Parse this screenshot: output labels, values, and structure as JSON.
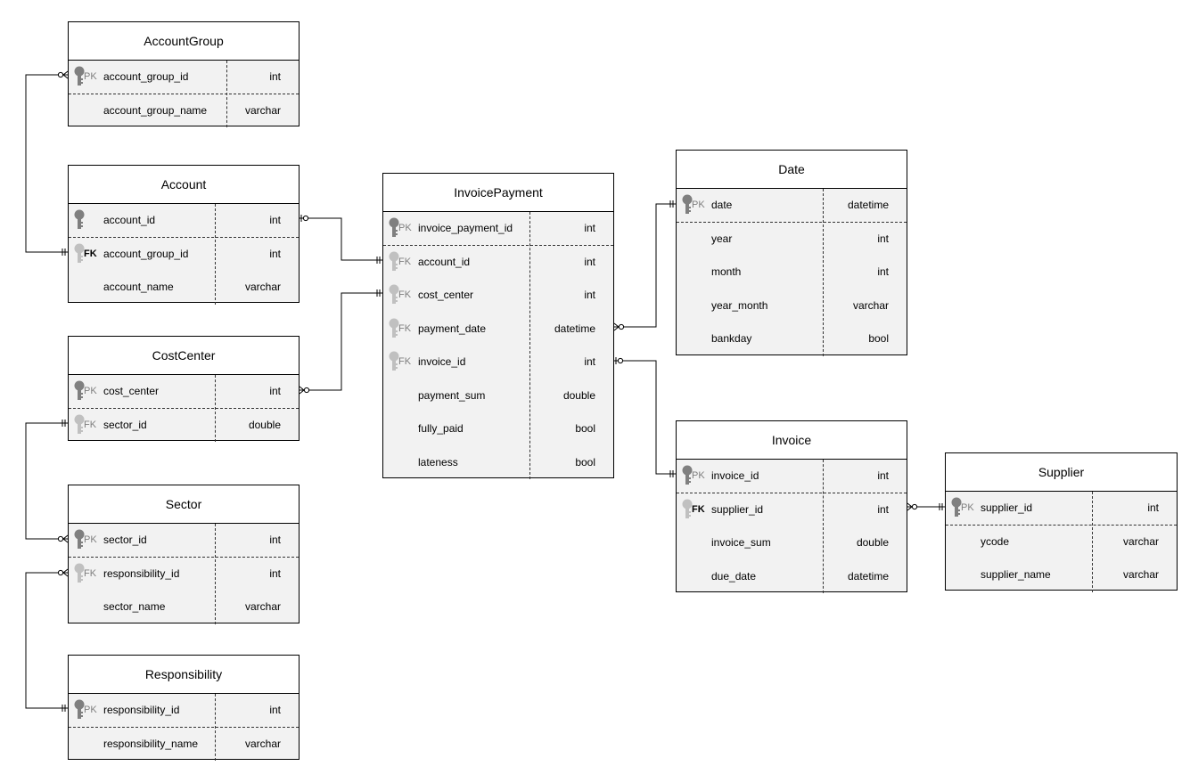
{
  "entities": [
    {
      "id": "AccountGroup",
      "title": "AccountGroup",
      "rows": [
        {
          "key": "PK",
          "name": "account_group_id",
          "type": "int"
        },
        {
          "key": "",
          "name": "account_group_name",
          "type": "varchar"
        }
      ]
    },
    {
      "id": "Account",
      "title": "Account",
      "rows": [
        {
          "key": "PK",
          "name": "account_id",
          "type": "int"
        },
        {
          "key": "FK",
          "name": "account_group_id",
          "type": "int"
        },
        {
          "key": "",
          "name": "account_name",
          "type": "varchar"
        }
      ]
    },
    {
      "id": "CostCenter",
      "title": "CostCenter",
      "rows": [
        {
          "key": "PK",
          "name": "cost_center",
          "type": "int"
        },
        {
          "key": "FK",
          "name": "sector_id",
          "type": "double"
        }
      ]
    },
    {
      "id": "Sector",
      "title": "Sector",
      "rows": [
        {
          "key": "PK",
          "name": "sector_id",
          "type": "int"
        },
        {
          "key": "FK",
          "name": "responsibility_id",
          "type": "int"
        },
        {
          "key": "",
          "name": "sector_name",
          "type": "varchar"
        }
      ]
    },
    {
      "id": "Responsibility",
      "title": "Responsibility",
      "rows": [
        {
          "key": "PK",
          "name": "responsibility_id",
          "type": "int"
        },
        {
          "key": "",
          "name": "responsibility_name",
          "type": "varchar"
        }
      ]
    },
    {
      "id": "InvoicePayment",
      "title": "InvoicePayment",
      "rows": [
        {
          "key": "PK",
          "name": "invoice_payment_id",
          "type": "int"
        },
        {
          "key": "FK",
          "name": "account_id",
          "type": "int"
        },
        {
          "key": "FK",
          "name": "cost_center",
          "type": "int"
        },
        {
          "key": "FK",
          "name": "payment_date",
          "type": "datetime"
        },
        {
          "key": "FK",
          "name": "invoice_id",
          "type": "int"
        },
        {
          "key": "",
          "name": "payment_sum",
          "type": "double"
        },
        {
          "key": "",
          "name": "fully_paid",
          "type": "bool"
        },
        {
          "key": "",
          "name": "lateness",
          "type": "bool"
        }
      ]
    },
    {
      "id": "Date",
      "title": "Date",
      "rows": [
        {
          "key": "PK",
          "name": "date",
          "type": "datetime"
        },
        {
          "key": "",
          "name": "year",
          "type": "int"
        },
        {
          "key": "",
          "name": "month",
          "type": "int"
        },
        {
          "key": "",
          "name": "year_month",
          "type": "varchar"
        },
        {
          "key": "",
          "name": "bankday",
          "type": "bool"
        }
      ]
    },
    {
      "id": "Invoice",
      "title": "Invoice",
      "rows": [
        {
          "key": "PK",
          "name": "invoice_id",
          "type": "int"
        },
        {
          "key": "FK",
          "name": "supplier_id",
          "type": "int"
        },
        {
          "key": "",
          "name": "invoice_sum",
          "type": "double"
        },
        {
          "key": "",
          "name": "due_date",
          "type": "datetime"
        }
      ]
    },
    {
      "id": "Supplier",
      "title": "Supplier",
      "rows": [
        {
          "key": "PK",
          "name": "supplier_id",
          "type": "int"
        },
        {
          "key": "",
          "name": "ycode",
          "type": "varchar"
        },
        {
          "key": "",
          "name": "supplier_name",
          "type": "varchar"
        }
      ]
    }
  ],
  "relationships": [
    {
      "from": "AccountGroup.account_group_id",
      "to": "Account.account_group_id",
      "from_end": "zero-or-many",
      "to_end": "one"
    },
    {
      "from": "Account.account_id",
      "to": "InvoicePayment.account_id",
      "from_end": "zero-or-one",
      "to_end": "one"
    },
    {
      "from": "CostCenter.cost_center",
      "to": "InvoicePayment.cost_center",
      "from_end": "zero-or-many",
      "to_end": "one"
    },
    {
      "from": "CostCenter.sector_id",
      "to": "Sector.sector_id",
      "from_end": "one",
      "to_end": "zero-or-many"
    },
    {
      "from": "Sector.responsibility_id",
      "to": "Responsibility.responsibility_id",
      "from_end": "zero-or-many",
      "to_end": "one"
    },
    {
      "from": "InvoicePayment.payment_date",
      "to": "Date.date",
      "from_end": "zero-or-many",
      "to_end": "one"
    },
    {
      "from": "InvoicePayment.invoice_id",
      "to": "Invoice.invoice_id",
      "from_end": "zero-or-one",
      "to_end": "one"
    },
    {
      "from": "Invoice.supplier_id",
      "to": "Supplier.supplier_id",
      "from_end": "zero-or-many",
      "to_end": "one"
    }
  ]
}
